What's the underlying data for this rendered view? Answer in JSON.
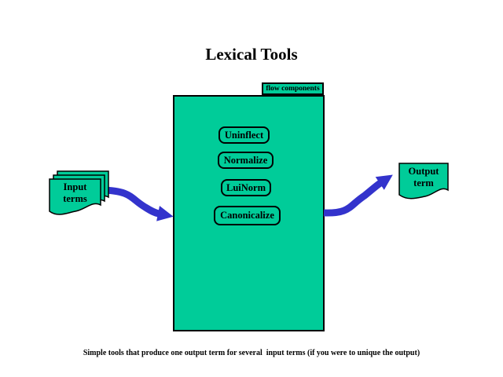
{
  "title": "Lexical Tools",
  "flow_box": {
    "label": "flow components"
  },
  "tools": [
    {
      "label": "Uninflect"
    },
    {
      "label": "Normalize"
    },
    {
      "label": "LuiNorm"
    },
    {
      "label": "Canonicalize"
    }
  ],
  "input_stack": {
    "label": "Input\nterms"
  },
  "output_page": {
    "label": "Output\nterm"
  },
  "caption": "Simple tools that produce one output term for several  input terms (if you were to unique the output)",
  "colors": {
    "shape_fill": "#00cc99",
    "arrow": "#3333cc",
    "outline": "#000000",
    "background": "#ffffff",
    "text": "#000000"
  }
}
